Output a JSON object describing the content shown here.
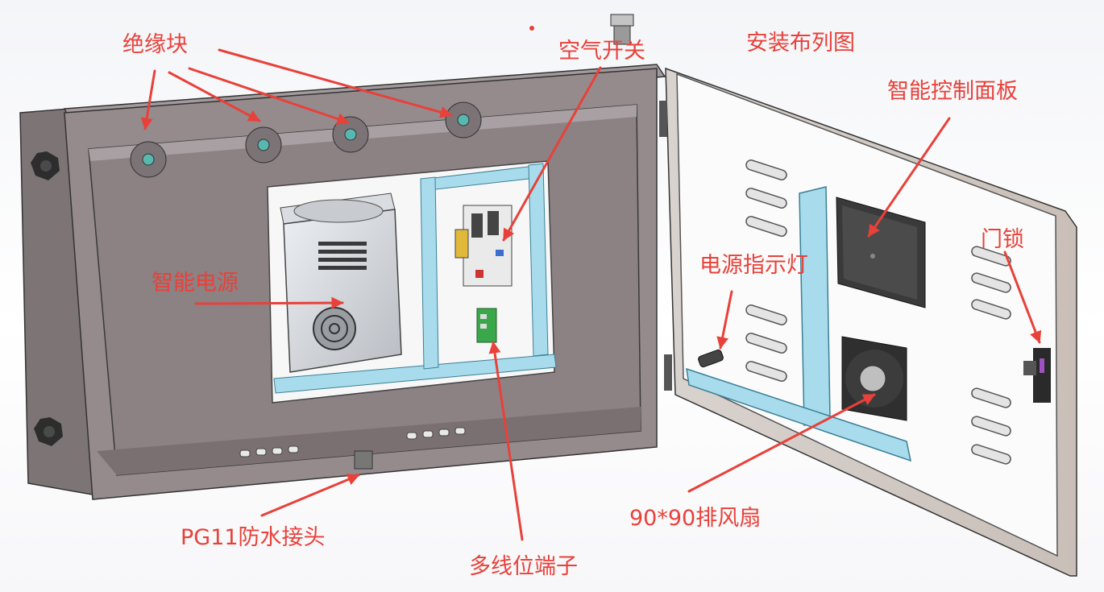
{
  "title": "安装布列图",
  "labels": {
    "insulation_block": "绝缘块",
    "air_switch": "空气开关",
    "smart_panel": "智能控制面板",
    "smart_power": "智能电源",
    "door_lock": "门锁",
    "power_indicator": "电源指示灯",
    "pg11": "PG11防水接头",
    "terminal": "多线位端子",
    "fan": "90*90排风扇"
  },
  "colors": {
    "annotation": "#e8413a",
    "cabinet": "#8f8587",
    "cabinet_dark": "#6f6668",
    "door": "#f2f2f2",
    "rail": "#a8dcec"
  }
}
